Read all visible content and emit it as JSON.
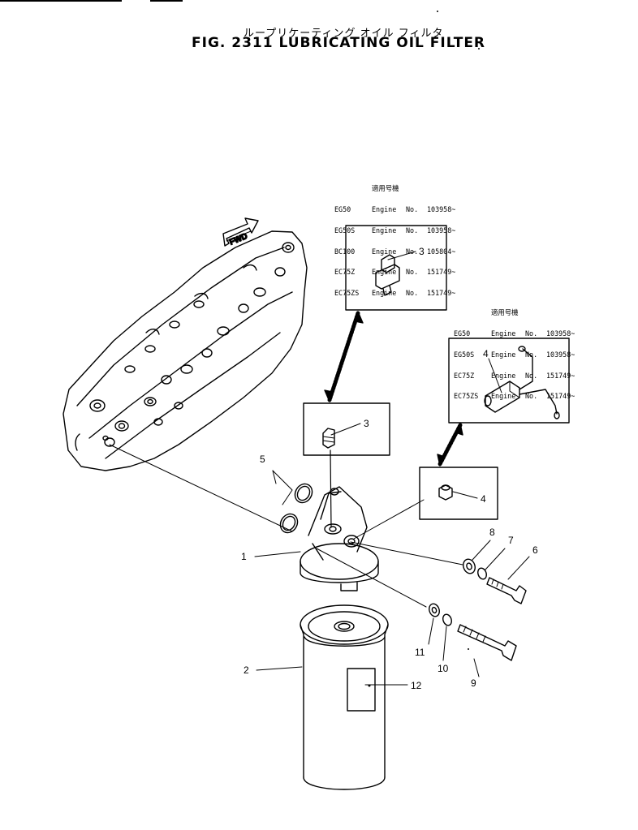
{
  "title": {
    "japanese": "ループリケーティング オイル フィルタ",
    "english": "FIG. 2311 LUBRICATING OIL FILTER"
  },
  "fwd_label": "FWD",
  "applicability_upper": {
    "header": "適用号機",
    "rows": [
      {
        "model": "EG50",
        "engine": "Engine",
        "no": "No.",
        "serial": "103958~"
      },
      {
        "model": "EG50S",
        "engine": "Engine",
        "no": "No.",
        "serial": "103958~"
      },
      {
        "model": "BC100",
        "engine": "Engine",
        "no": "No.",
        "serial": "105804~"
      },
      {
        "model": "EC75Z",
        "engine": "Engine",
        "no": "No.",
        "serial": "151749~"
      },
      {
        "model": "EC75ZS",
        "engine": "Engine",
        "no": "No.",
        "serial": "151749~"
      }
    ]
  },
  "applicability_lower": {
    "header": "適用号機",
    "rows": [
      {
        "model": "EG50",
        "engine": "Engine",
        "no": "No.",
        "serial": "103958~"
      },
      {
        "model": "EG50S",
        "engine": "Engine",
        "no": "No.",
        "serial": "103958~"
      },
      {
        "model": "EC75Z",
        "engine": "Engine",
        "no": "No.",
        "serial": "151749~"
      },
      {
        "model": "EC75ZS",
        "engine": "Engine",
        "no": "No.",
        "serial": "151749~"
      }
    ]
  },
  "callouts": {
    "c1": "1",
    "c2": "2",
    "c3a": "3",
    "c3b": "3",
    "c4a": "4",
    "c4b": "4",
    "c5": "5",
    "c6": "6",
    "c7": "7",
    "c8": "8",
    "c9": "9",
    "c10": "10",
    "c11": "11",
    "c12": "12"
  }
}
